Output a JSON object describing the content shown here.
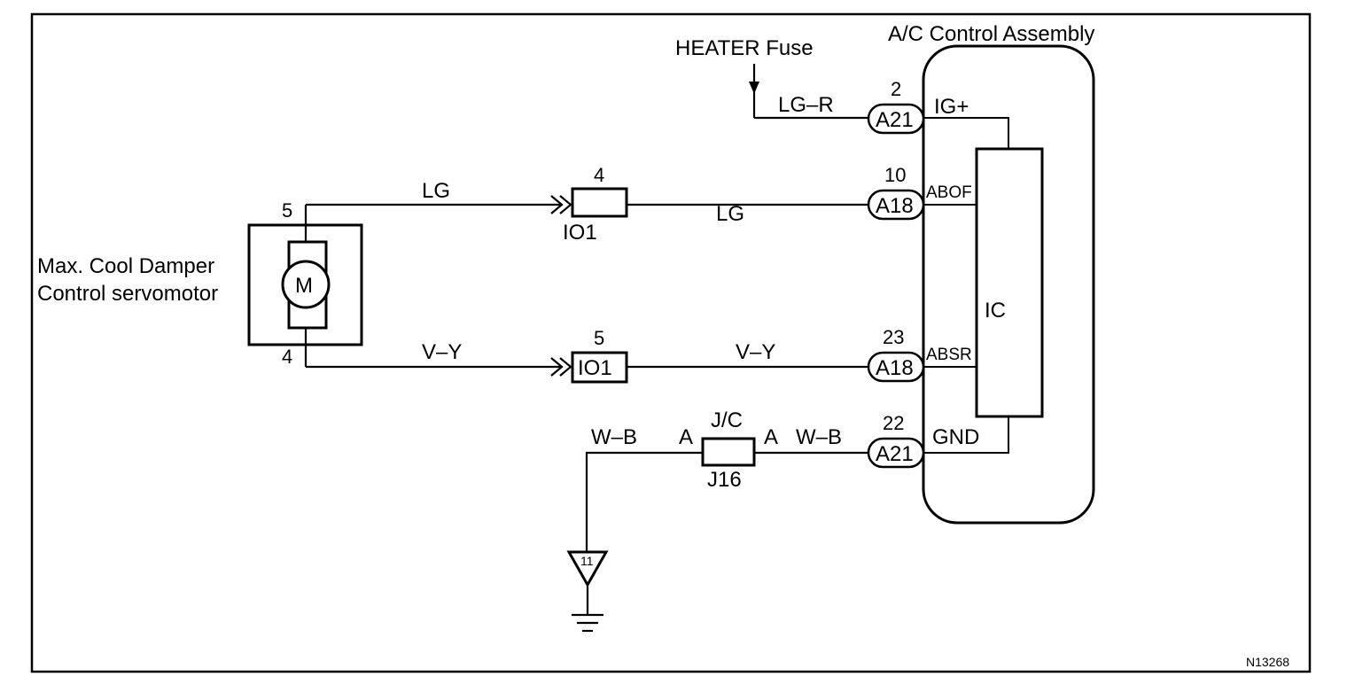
{
  "diagram_code": "N13268",
  "heater_fuse": {
    "label": "HEATER Fuse"
  },
  "ac_assembly": {
    "title": "A/C Control Assembly",
    "ic_label": "IC",
    "terminals": [
      {
        "pin": "2",
        "connector": "A21",
        "signal": "IG+"
      },
      {
        "pin": "10",
        "connector": "A18",
        "signal": "ABOF"
      },
      {
        "pin": "23",
        "connector": "A18",
        "signal": "ABSR"
      },
      {
        "pin": "22",
        "connector": "A21",
        "signal": "GND"
      }
    ]
  },
  "servomotor": {
    "label_line1": "Max. Cool Damper",
    "label_line2": "Control servomotor",
    "motor_symbol": "M",
    "pin_top": "5",
    "pin_bottom": "4"
  },
  "wires": {
    "ig_color": "LG–R",
    "abof_left": "LG",
    "abof_right": "LG",
    "absr_left": "V–Y",
    "absr_right": "V–Y",
    "gnd_left": "W–B",
    "gnd_right": "W–B"
  },
  "junctions": {
    "io1_top": {
      "pin": "4",
      "label": "IO1"
    },
    "io1_bottom": {
      "pin": "5",
      "label": "IO1"
    },
    "jc": {
      "label": "J/C",
      "pin_left": "A",
      "pin_right": "A",
      "code": "J16"
    }
  },
  "ground": {
    "point": "11"
  }
}
